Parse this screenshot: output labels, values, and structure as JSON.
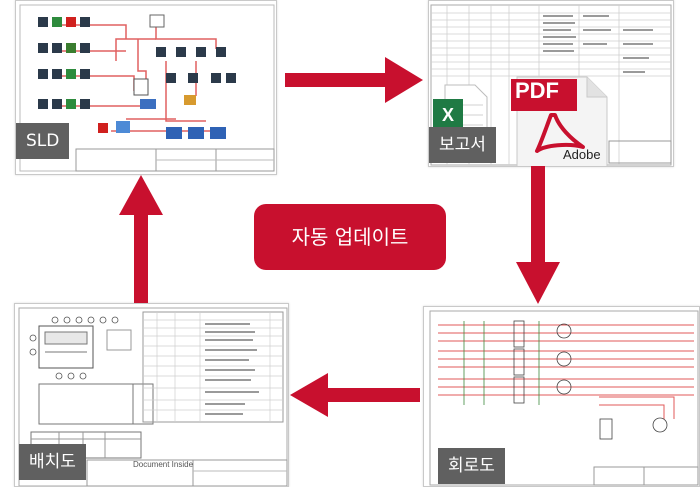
{
  "colors": {
    "accent": "#c8102e",
    "tag_bg": "#606060"
  },
  "center_label": "자동 업데이트",
  "panels": {
    "sld": {
      "tag": "SLD"
    },
    "report": {
      "tag": "보고서",
      "pdf_label": "PDF",
      "adobe_label": "Adobe"
    },
    "circuit": {
      "tag": "회로도"
    },
    "layout": {
      "tag": "배치도",
      "document_title": "Document Inside"
    }
  }
}
